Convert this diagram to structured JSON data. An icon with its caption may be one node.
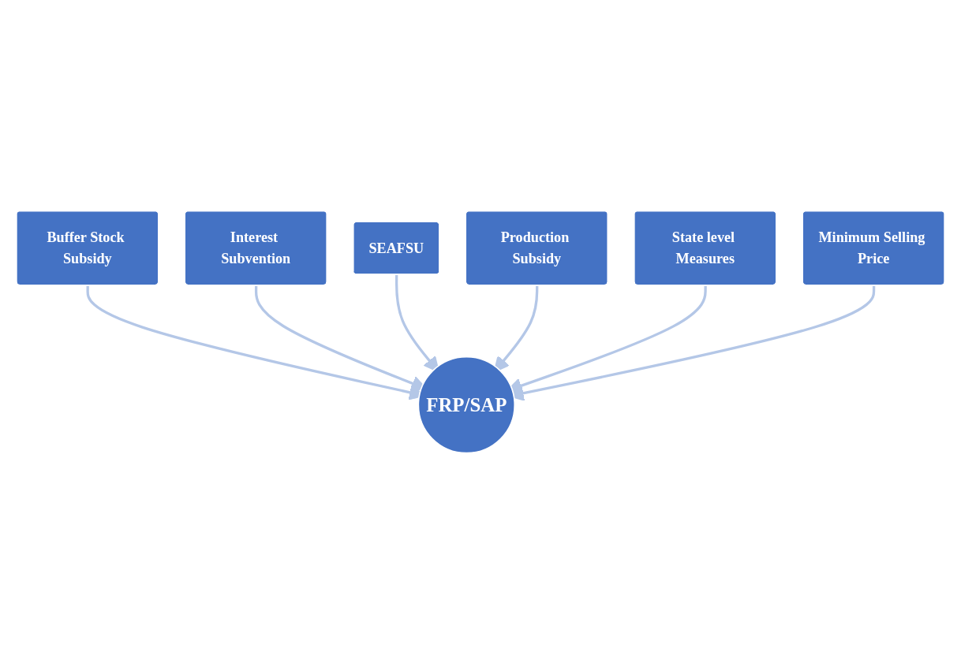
{
  "diagram": {
    "nodes": [
      {
        "text": [
          "Buffer Stock Subsidy"
        ]
      },
      {
        "text": [
          "Interest Subvention"
        ]
      },
      {
        "text": [
          "SEAFSU"
        ]
      },
      {
        "text": [
          "FRP/SAP"
        ]
      },
      {
        "text": [
          "Production Subsidy"
        ]
      },
      {
        "text": [
          "State level Measures"
        ]
      },
      {
        "text": [
          "Minimum Selling Price"
        ]
      }
    ],
    "edges": [
      {
        "from": 0,
        "to": 3,
        "arrow": "to"
      },
      {
        "from": 1,
        "to": 3,
        "arrow": "to"
      },
      {
        "from": 2,
        "to": 3,
        "arrow": "to"
      },
      {
        "from": 4,
        "to": 3,
        "arrow": "to"
      },
      {
        "from": 5,
        "to": 3,
        "arrow": "to"
      },
      {
        "from": 6,
        "to": 3,
        "arrow": "to"
      }
    ]
  }
}
